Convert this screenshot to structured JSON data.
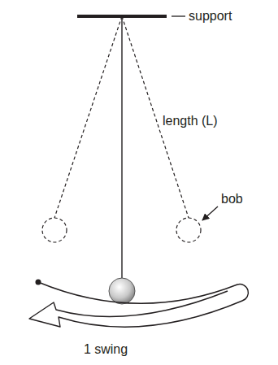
{
  "diagram": {
    "labels": [
      "support",
      "length (L)",
      "bob",
      "1 swing"
    ]
  }
}
